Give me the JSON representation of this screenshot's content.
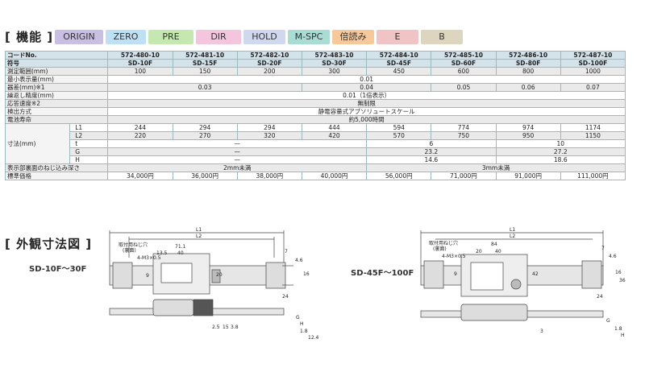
{
  "feature_heading": "[ 機能 ]",
  "features": [
    {
      "label": "ORIGIN",
      "color": "#c9bfe2"
    },
    {
      "label": "ZERO",
      "color": "#bde0f5"
    },
    {
      "label": "PRE",
      "color": "#c5e8b0"
    },
    {
      "label": "DIR",
      "color": "#f3c6de"
    },
    {
      "label": "HOLD",
      "color": "#cfd8ee"
    },
    {
      "label": "M-SPC",
      "color": "#a9dcd3"
    },
    {
      "label": "倍読み",
      "color": "#f7c99a"
    },
    {
      "label": "E",
      "color": "#f0c4c4"
    },
    {
      "label": "B",
      "color": "#ddd5be"
    }
  ],
  "table": {
    "h_code": "コードNo.",
    "codes": [
      "572-480-10",
      "572-481-10",
      "572-482-10",
      "572-483-10",
      "572-484-10",
      "572-485-10",
      "572-486-10",
      "572-487-10"
    ],
    "h_model": "符号",
    "models": [
      "SD-10F",
      "SD-15F",
      "SD-20F",
      "SD-30F",
      "SD-45F",
      "SD-60F",
      "SD-80F",
      "SD-100F"
    ],
    "h_range": "測定範囲(mm)",
    "ranges": [
      "100",
      "150",
      "200",
      "300",
      "450",
      "600",
      "800",
      "1000"
    ],
    "h_res": "最小表示量(mm)",
    "res": "0.01",
    "h_err": "器差(mm)※1",
    "err_a": "0.03",
    "err_b": "0.04",
    "err_c": "0.05",
    "err_d": "0.06",
    "err_e": "0.07",
    "h_rep": "繰返し精度(mm)",
    "rep": "0.01（1倍表示）",
    "h_resp": "応答速度※2",
    "resp": "無制限",
    "h_det": "検出方式",
    "det": "静電容量式アブソリュートスケール",
    "h_bat": "電池寿命",
    "bat": "約5,000時間",
    "h_dim": "寸法(mm)",
    "l1": "L1",
    "l1v": [
      "244",
      "294",
      "294",
      "444",
      "594",
      "774",
      "974",
      "1174"
    ],
    "l2": "L2",
    "l2v": [
      "220",
      "270",
      "320",
      "420",
      "570",
      "750",
      "950",
      "1150"
    ],
    "t": "t",
    "t_a": "—",
    "t_b": "6",
    "t_c": "10",
    "g": "G",
    "g_a": "—",
    "g_b": "23.2",
    "g_c": "27.2",
    "hh": "H",
    "h_a": "—",
    "h_b": "14.6",
    "h_c": "18.6",
    "h_screw": "表示部裏面のねじ込み深さ",
    "screw_a": "2mm未満",
    "screw_b": "3mm未満",
    "h_price": "標準価格",
    "prices": [
      "34,000円",
      "36,000円",
      "38,000円",
      "40,000円",
      "56,000円",
      "71,000円",
      "91,000円",
      "111,000円"
    ]
  },
  "dim_heading": "[ 外観寸法図 ]",
  "dwg1": {
    "label": "SD-10F～30F",
    "L1": "L1",
    "L2": "L2",
    "note1": "取付用ねじ穴",
    "note2": "(裏面)",
    "note3": "4-M3×0.5",
    "d71": "71.1",
    "d135": "13.5",
    "d40": "40",
    "d7": "7",
    "d46": "4.6",
    "d16": "16",
    "d9": "9",
    "d20": "20",
    "d24": "24",
    "d25": "2.5",
    "d15": "15",
    "d38": "3.8",
    "d18": "1.8",
    "d124": "12.4",
    "G": "G",
    "H": "H"
  },
  "dwg2": {
    "label": "SD-45F～100F",
    "L1": "L1",
    "L2": "L2",
    "note1": "取付用ねじ穴",
    "note2": "(裏面)",
    "note3": "4-M3×0.5",
    "d84": "84",
    "d20": "20",
    "d40": "40",
    "d7": "7",
    "d46": "4.6",
    "d16": "16",
    "d9": "9",
    "d42": "42",
    "d36": "36",
    "d24": "24",
    "d3": "3",
    "d18": "1.8",
    "G": "G",
    "H": "H"
  }
}
